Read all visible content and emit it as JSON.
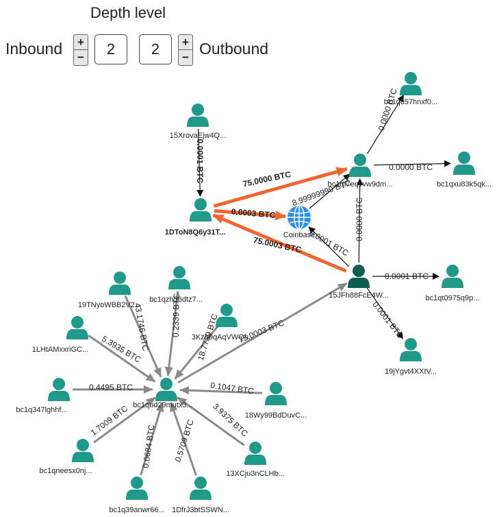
{
  "controls": {
    "title": "Depth level",
    "inbound_label": "Inbound",
    "outbound_label": "Outbound",
    "inbound_depth": "2",
    "outbound_depth": "2",
    "plus": "+",
    "minus": "−"
  },
  "colors": {
    "node": "#1f9a8a",
    "node_dark": "#0f5e52",
    "edge_orange": "#f26531",
    "edge_gray": "#8a8a8a",
    "edge_black": "#111111",
    "globe": "#2a8ff0"
  },
  "nodes": [
    {
      "id": "n1",
      "label": "bc1qu57hnxf0...",
      "type": "user"
    },
    {
      "id": "n2",
      "label": "15XrovaEjw4Q...",
      "type": "user"
    },
    {
      "id": "n3",
      "label": "bc1qf7eqvvw9dm...",
      "type": "user"
    },
    {
      "id": "n4",
      "label": "bc1qxu83k5qk...",
      "type": "user"
    },
    {
      "id": "n5",
      "label": "1DToN8Q6y31T...",
      "type": "user",
      "bold": true
    },
    {
      "id": "n6",
      "label": "Coinbase",
      "type": "exchange"
    },
    {
      "id": "n7",
      "label": "15JFh88FcE4W...",
      "type": "user",
      "dark": true
    },
    {
      "id": "n8",
      "label": "bc1qt0975q9p...",
      "type": "user"
    },
    {
      "id": "n9",
      "label": "19jYgvt4XXtV...",
      "type": "user"
    },
    {
      "id": "n10",
      "label": "19TNyoWBB2V2...",
      "type": "user"
    },
    {
      "id": "n11",
      "label": "bc1qzh56dtz7...",
      "type": "user"
    },
    {
      "id": "n12",
      "label": "3Kzh9qAqVWQh...",
      "type": "user"
    },
    {
      "id": "n13",
      "label": "1LHtAMxxriGC...",
      "type": "user"
    },
    {
      "id": "n14",
      "label": "bc1qud29mutx3...",
      "type": "user"
    },
    {
      "id": "n15",
      "label": "bc1q347lghhf...",
      "type": "user"
    },
    {
      "id": "n16",
      "label": "18Wy99BdDuvC...",
      "type": "user"
    },
    {
      "id": "n17",
      "label": "bc1qneesx0nj...",
      "type": "user"
    },
    {
      "id": "n18",
      "label": "13XCju3nCLHb...",
      "type": "user"
    },
    {
      "id": "n19",
      "label": "bc1q39anwr66...",
      "type": "user"
    },
    {
      "id": "n20",
      "label": "1DfrJ3btSSWN...",
      "type": "user"
    }
  ],
  "edges": [
    {
      "from": "n3",
      "to": "n1",
      "label": "0.0000 BTC",
      "style": "black"
    },
    {
      "from": "n3",
      "to": "n4",
      "label": "0.0000 BTC",
      "style": "black"
    },
    {
      "from": "n2",
      "to": "n5",
      "label": "0.0001 BTC",
      "style": "black",
      "bold": true
    },
    {
      "from": "n5",
      "to": "n3",
      "label": "75.0000 BTC",
      "style": "orange",
      "bold": true
    },
    {
      "from": "n5",
      "to": "n6",
      "label": "0.0003 BTC",
      "style": "orange",
      "bold": true
    },
    {
      "from": "n6",
      "to": "n3",
      "label": "8.99999999 BTC",
      "style": "black"
    },
    {
      "from": "n7",
      "to": "n5",
      "label": "75.0003 BTC",
      "style": "orange",
      "bold": true
    },
    {
      "from": "n7",
      "to": "n6",
      "label": "0.0001 BTC",
      "style": "black"
    },
    {
      "from": "n7",
      "to": "n3",
      "label": "0.0000 BTC",
      "style": "black"
    },
    {
      "from": "n7",
      "to": "n8",
      "label": "0.0001 BTC",
      "style": "black"
    },
    {
      "from": "n7",
      "to": "n9",
      "label": "0.0001 BTC",
      "style": "black"
    },
    {
      "from": "n14",
      "to": "n7",
      "label": "75.0003 BTC",
      "style": "gray"
    },
    {
      "from": "n10",
      "to": "n14",
      "label": "43.1746 BTC",
      "style": "gray"
    },
    {
      "from": "n11",
      "to": "n14",
      "label": "0.2339 BTC",
      "style": "gray"
    },
    {
      "from": "n12",
      "to": "n14",
      "label": "18.7739 BTC",
      "style": "gray"
    },
    {
      "from": "n13",
      "to": "n14",
      "label": "5.3935 BTC",
      "style": "gray"
    },
    {
      "from": "n15",
      "to": "n14",
      "label": "0.4495 BTC",
      "style": "gray"
    },
    {
      "from": "n16",
      "to": "n14",
      "label": "0.1047 BTC",
      "style": "gray"
    },
    {
      "from": "n17",
      "to": "n14",
      "label": "1.7009 BTC",
      "style": "gray"
    },
    {
      "from": "n18",
      "to": "n14",
      "label": "3.9375 BTC",
      "style": "gray"
    },
    {
      "from": "n19",
      "to": "n14",
      "label": "0.0684 BTC",
      "style": "gray"
    },
    {
      "from": "n20",
      "to": "n14",
      "label": "0.5709 BTC",
      "style": "gray"
    }
  ]
}
